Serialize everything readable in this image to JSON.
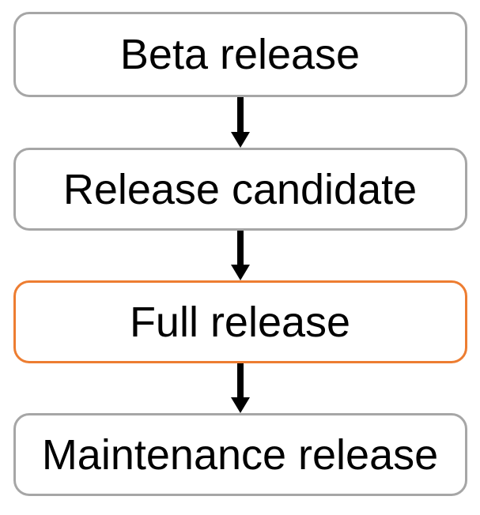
{
  "diagram": {
    "type": "flowchart",
    "direction": "top-to-bottom",
    "nodes": [
      {
        "label": "Beta release",
        "border_color": "#a6a6a6",
        "fill": "#ffffff",
        "emphasis": false
      },
      {
        "label": "Release candidate",
        "border_color": "#a6a6a6",
        "fill": "#ffffff",
        "emphasis": false
      },
      {
        "label": "Full release",
        "border_color": "#ed7d31",
        "fill": "#ffffff",
        "emphasis": true
      },
      {
        "label": "Maintenance release",
        "border_color": "#a6a6a6",
        "fill": "#ffffff",
        "emphasis": false
      }
    ],
    "connectors": [
      {
        "from": "Beta release",
        "to": "Release candidate",
        "shape": "down-arrow",
        "color": "#000000"
      },
      {
        "from": "Release candidate",
        "to": "Full release",
        "shape": "down-arrow",
        "color": "#000000"
      },
      {
        "from": "Full release",
        "to": "Maintenance release",
        "shape": "down-arrow",
        "color": "#000000"
      }
    ],
    "colors": {
      "background": "#ffffff",
      "default_border": "#a6a6a6",
      "accent_border": "#ed7d31",
      "text": "#000000",
      "arrow": "#000000"
    }
  }
}
